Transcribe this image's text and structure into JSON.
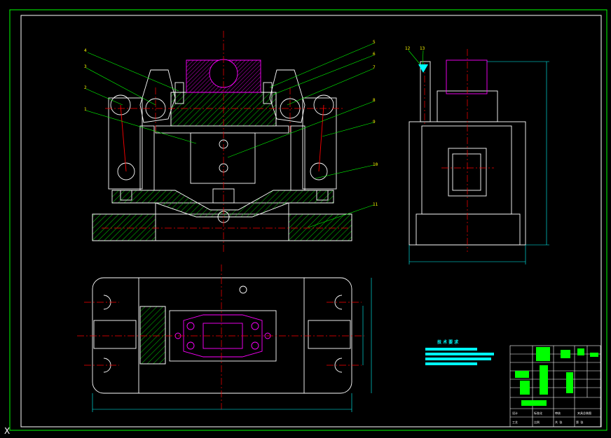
{
  "drawing": {
    "colors": {
      "background": "#000000",
      "frame": "#00ff00",
      "outline": "#ffffff",
      "centerline": "#ff0000",
      "hatch": "#00ff00",
      "workpiece": "#ff00ff",
      "dimension": "#00ffff",
      "leader": "#00ff00",
      "label": "#ffff00"
    },
    "part_labels": [
      "1",
      "2",
      "3",
      "4",
      "5",
      "6",
      "7",
      "8",
      "9",
      "10",
      "11",
      "12",
      "13"
    ],
    "tech_requirements": {
      "title": "技 术 要 求",
      "lines": [
        "",
        "",
        "",
        ""
      ]
    },
    "title_block": {
      "title_cell": "夹具总装图",
      "cells": [
        "设计",
        "标准化",
        "审核",
        "工艺",
        "比例",
        "共 张",
        "第 张"
      ]
    },
    "ucs_icon": "X"
  }
}
